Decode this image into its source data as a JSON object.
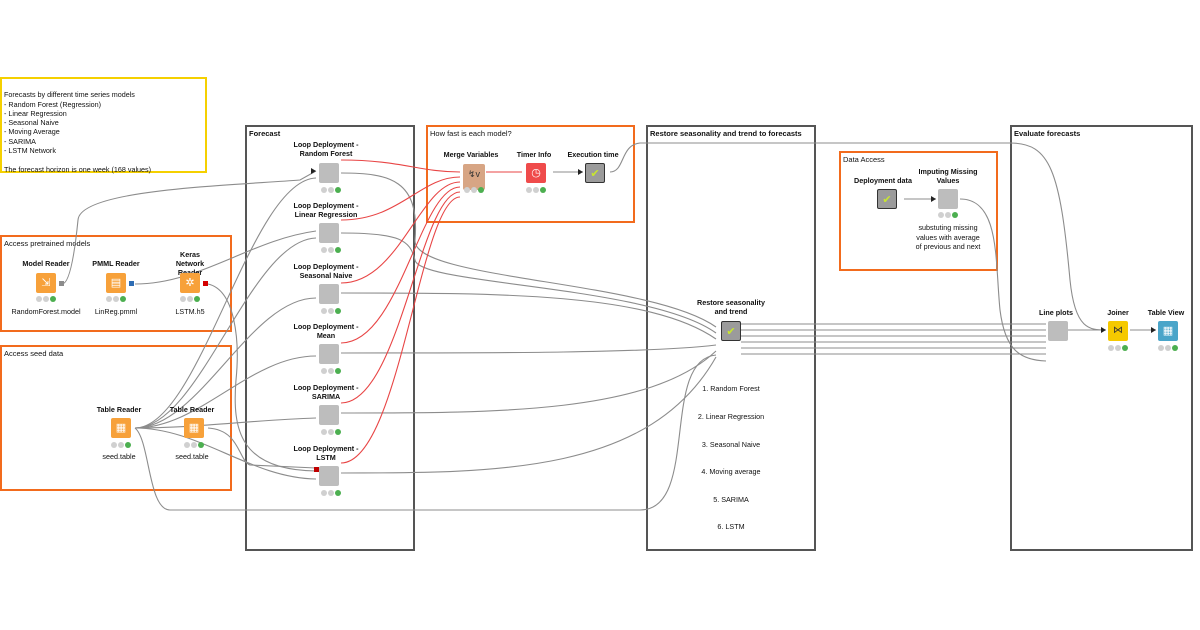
{
  "annotations": {
    "forecasts": {
      "lines": [
        "Forecasts by different time series models",
        "- Random Forest (Regression)",
        "- Linear Regression",
        "- Seasonal Naive",
        "- Moving Average",
        "- SARIMA",
        "- LSTM Network",
        "",
        "The forecast horizon is one week (168 values)"
      ],
      "border": "#f5d000"
    },
    "pretrained": {
      "title": "Access pretrained models",
      "border": "#f26b1d"
    },
    "seed": {
      "title": "Access seed data",
      "border": "#f26b1d"
    },
    "forecast": {
      "title": "Forecast",
      "border": "#555555"
    },
    "speed": {
      "title": "How fast is each model?",
      "border": "#f26b1d"
    },
    "restore": {
      "title": "Restore seasonality and trend to forecasts",
      "border": "#555555"
    },
    "dataaccess": {
      "title": "Data Access",
      "border": "#f26b1d"
    },
    "evaluate": {
      "title": "Evaluate forecasts",
      "border": "#555555"
    }
  },
  "nodes": {
    "model_reader": {
      "label": "Model Reader",
      "sub": "RandomForest.model",
      "icon": "model-reader-icon",
      "color": "#f7a13a"
    },
    "pmml_reader": {
      "label": "PMML Reader",
      "sub": "LinReg.pmml",
      "icon": "pmml-reader-icon",
      "color": "#f7a13a"
    },
    "keras_reader": {
      "label": "Keras Network Reader",
      "sub": "LSTM.h5",
      "icon": "network-icon",
      "color": "#f7a13a"
    },
    "table_reader_1": {
      "label": "Table Reader",
      "sub": "seed.table",
      "icon": "table-reader-icon",
      "color": "#f7a13a"
    },
    "table_reader_2": {
      "label": "Table Reader",
      "sub": "seed.table",
      "icon": "table-reader-icon",
      "color": "#f7a13a"
    },
    "loop_rf": {
      "label": "Loop Deployment - Random Forest",
      "icon": "metanode-icon",
      "color": "#bdbdbd"
    },
    "loop_lr": {
      "label": "Loop Deployment - Linear Regression",
      "icon": "metanode-icon",
      "color": "#bdbdbd"
    },
    "loop_sn": {
      "label": "Loop Deployment - Seasonal Naive",
      "icon": "metanode-icon",
      "color": "#bdbdbd"
    },
    "loop_mean": {
      "label": "Loop Deployment - Mean",
      "icon": "metanode-icon",
      "color": "#bdbdbd"
    },
    "loop_sarima": {
      "label": "Loop Deployment - SARIMA",
      "icon": "metanode-icon",
      "color": "#bdbdbd"
    },
    "loop_lstm": {
      "label": "Loop Deployment - LSTM",
      "icon": "metanode-icon",
      "color": "#bdbdbd"
    },
    "merge_vars": {
      "label": "Merge Variables",
      "icon": "merge-variables-icon",
      "color": "#d7a584"
    },
    "timer_info": {
      "label": "Timer Info",
      "icon": "timer-icon",
      "color": "#ef4b4b"
    },
    "exec_time": {
      "label": "Execution time",
      "icon": "checkmark-icon",
      "color": "#9b9b9b"
    },
    "restore": {
      "label": "Restore seasonality and trend",
      "icon": "checkmark-icon",
      "color": "#9b9b9b",
      "list": [
        "1. Random Forest",
        "2. Linear Regression",
        "3. Seasonal Naive",
        "4. Moving average",
        "5. SARIMA",
        "6. LSTM"
      ]
    },
    "deploy_data": {
      "label": "Deployment data",
      "icon": "checkmark-icon",
      "color": "#9b9b9b"
    },
    "imputing": {
      "label": "Imputing Missing Values",
      "sub": "substuting missing values with average of previous and next",
      "icon": "metanode-icon",
      "color": "#bdbdbd"
    },
    "line_plots": {
      "label": "Line plots",
      "icon": "metanode-icon",
      "color": "#bdbdbd"
    },
    "joiner": {
      "label": "Joiner",
      "icon": "joiner-icon",
      "color": "#f5c900"
    },
    "table_view": {
      "label": "Table View",
      "icon": "table-view-icon",
      "color": "#4aa5c9"
    }
  },
  "colors": {
    "flow_vars": "#e84545",
    "data_conn": "#8c8c8c",
    "status_ok": "#4caf50",
    "status_idle": "#d0d0d0"
  }
}
